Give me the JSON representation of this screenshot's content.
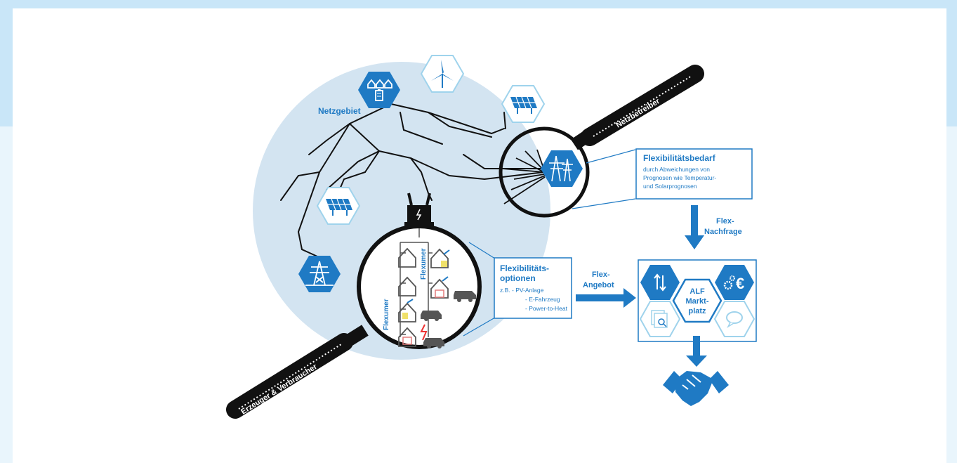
{
  "colors": {
    "background_top": "#c9e6f8",
    "background_bottom": "#e9f5fc",
    "circle_fill": "#d3e4f1",
    "accent_blue": "#1f7ac4",
    "light_blue_outline": "#9fd3ec",
    "dark": "#111111"
  },
  "labels": {
    "netzgebiet": "Netzgebiet",
    "netzbetreiber": "Netzbetreiber",
    "erzeuger_verbraucher": "Erzeuger & Verbraucher",
    "flexumer_horizontal": "Flexumer",
    "flexumer_vertical": "Flexumer"
  },
  "flex_demand_box": {
    "title": "Flexibilitätsbedarf",
    "lines": [
      "durch Abweichungen von",
      "Prognosen wie Temperatur-",
      "und Solarprognosen"
    ]
  },
  "flex_nachfrage": {
    "line1": "Flex-",
    "line2": "Nachfrage"
  },
  "flex_options_box": {
    "title_line1": "Flexibilitäts-",
    "title_line2": "optionen",
    "items": [
      "z.B.  - PV-Anlage",
      "- E-Fahrzeug",
      "- Power-to-Heat"
    ]
  },
  "flex_angebot": {
    "line1": "Flex-",
    "line2": "Angebot"
  },
  "marketplace": {
    "line1": "ALF",
    "line2": "Markt-",
    "line3": "platz"
  },
  "icons": [
    "houses-battery-icon",
    "wind-turbine-icon",
    "solar-panel-icon",
    "power-tower-icon",
    "transmission-tower-icon",
    "transformer-icon",
    "exchange-arrows-icon",
    "gear-euro-icon",
    "document-search-icon",
    "chat-bubble-icon",
    "handshake-icon"
  ]
}
